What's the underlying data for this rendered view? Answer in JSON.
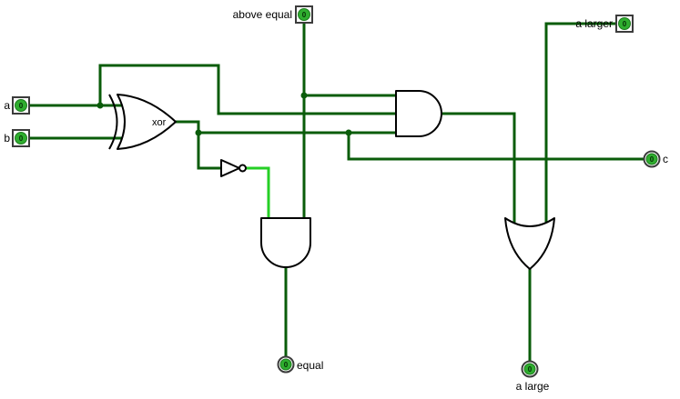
{
  "colors": {
    "canvas_bg": "#ffffff",
    "wire_low": "#0a5c0a",
    "wire_high": "#25cf25",
    "pin_fill": "#2fae2f",
    "pin_text": "#052e05",
    "label_color": "#000000"
  },
  "gates": {
    "xor_label": "xor"
  },
  "pins": {
    "a": {
      "label": "a",
      "value": "0"
    },
    "b": {
      "label": "b",
      "value": "0"
    },
    "above_equal": {
      "label": "above equal",
      "value": "0"
    },
    "a_larger": {
      "label": "a larger",
      "value": "0"
    },
    "c": {
      "label": "c",
      "value": "0"
    },
    "equal": {
      "label": "equal",
      "value": "0"
    },
    "a_large": {
      "label": "a large",
      "value": "0"
    }
  }
}
